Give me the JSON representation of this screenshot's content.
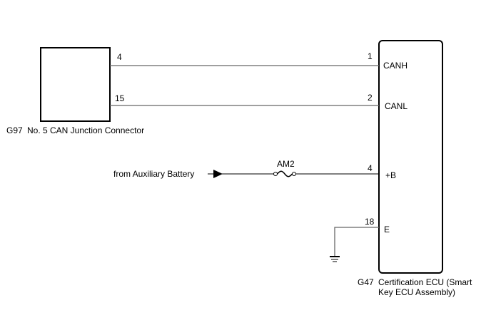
{
  "left_component": {
    "code": "G97",
    "name": "No. 5 CAN Junction Connector",
    "pins": [
      "4",
      "15"
    ]
  },
  "right_component": {
    "code": "G47",
    "name_line1": "Certification ECU (Smart",
    "name_line2": "Key ECU Assembly)",
    "pins": [
      {
        "number": "1",
        "signal": "CANH"
      },
      {
        "number": "2",
        "signal": "CANL"
      },
      {
        "number": "4",
        "signal": "+B"
      },
      {
        "number": "18",
        "signal": "E"
      }
    ]
  },
  "power_source": {
    "label": "from Auxiliary Battery",
    "fuse": "AM2"
  },
  "icons": {
    "arrow": "arrow-right-icon",
    "fuse": "fuse-icon",
    "ground": "ground-icon"
  }
}
